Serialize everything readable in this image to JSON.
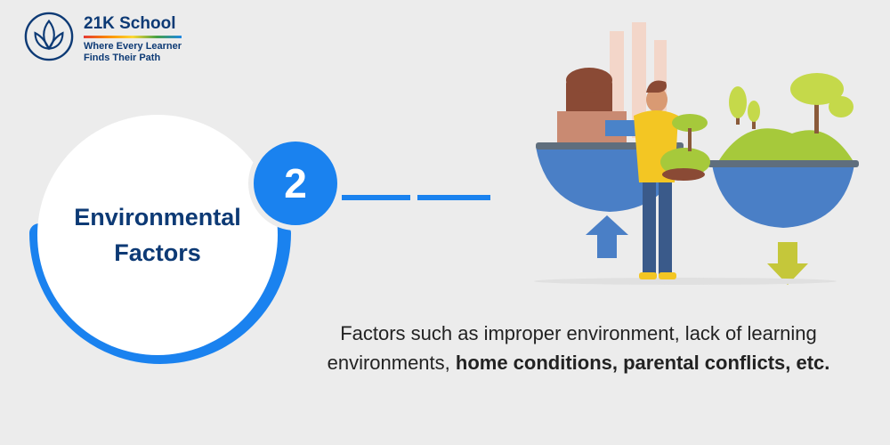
{
  "brand": {
    "name": "21K School",
    "tagline_line1": "Where Every Learner",
    "tagline_line2": "Finds Their Path"
  },
  "step": {
    "number": "2",
    "title": "Environmental\nFactors"
  },
  "description": {
    "plain": "Factors such as improper environment, lack of learning environments, ",
    "bold": "home conditions, parental conflicts, etc."
  },
  "colors": {
    "primary_blue": "#1a82ef",
    "navy": "#0d3a75",
    "background": "#ececec"
  },
  "illustration": {
    "subject": "person-balancing-scales",
    "left_arrow": "arrow-up-icon",
    "right_arrow": "arrow-down-icon"
  }
}
